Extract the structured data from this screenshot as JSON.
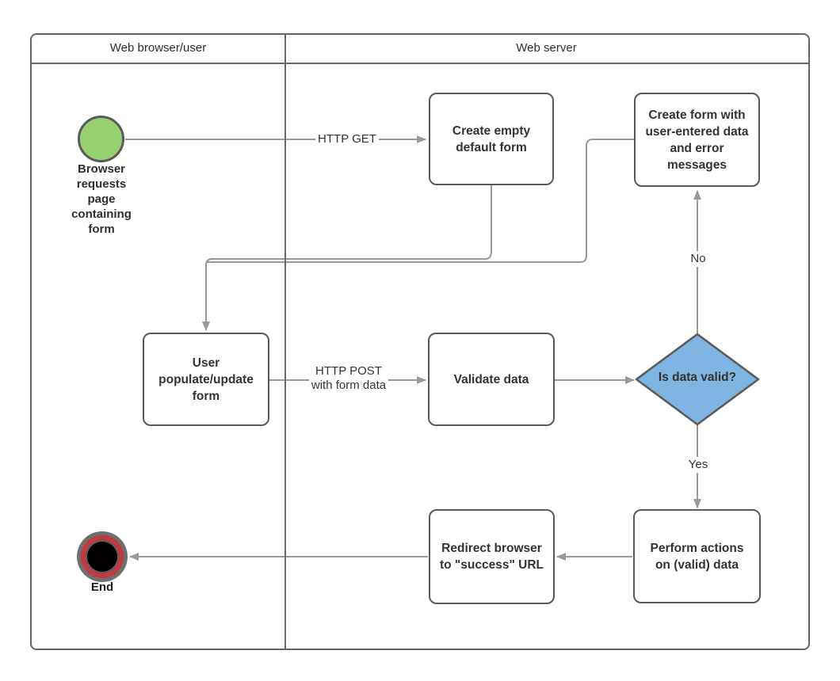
{
  "lanes": {
    "browser": {
      "label": "Web browser/user"
    },
    "server": {
      "label": "Web server"
    }
  },
  "nodes": {
    "start": {
      "label": "Browser\nrequests\npage\ncontaining\nform"
    },
    "create_empty_form": {
      "label": "Create empty\ndefault form"
    },
    "create_form_with_errors": {
      "label": "Create form with\nuser-entered data\nand error\nmessages"
    },
    "user_populate_form": {
      "label": "User\npopulate/update\nform"
    },
    "validate_data": {
      "label": "Validate data"
    },
    "is_data_valid": {
      "label": "Is data valid?"
    },
    "perform_actions": {
      "label": "Perform actions\non (valid) data"
    },
    "redirect_browser": {
      "label": "Redirect browser\nto \"success\" URL"
    },
    "end": {
      "label": "End"
    }
  },
  "edge_labels": {
    "http_get": "HTTP GET",
    "http_post": "HTTP POST\nwith form data",
    "no": "No",
    "yes": "Yes"
  },
  "colors": {
    "start_fill": "#96d170",
    "decision_fill": "#7fb5e3",
    "end_ring_red": "#c4383f",
    "connector": "#999999",
    "shape_border": "#595959",
    "frame_border": "#666666"
  }
}
